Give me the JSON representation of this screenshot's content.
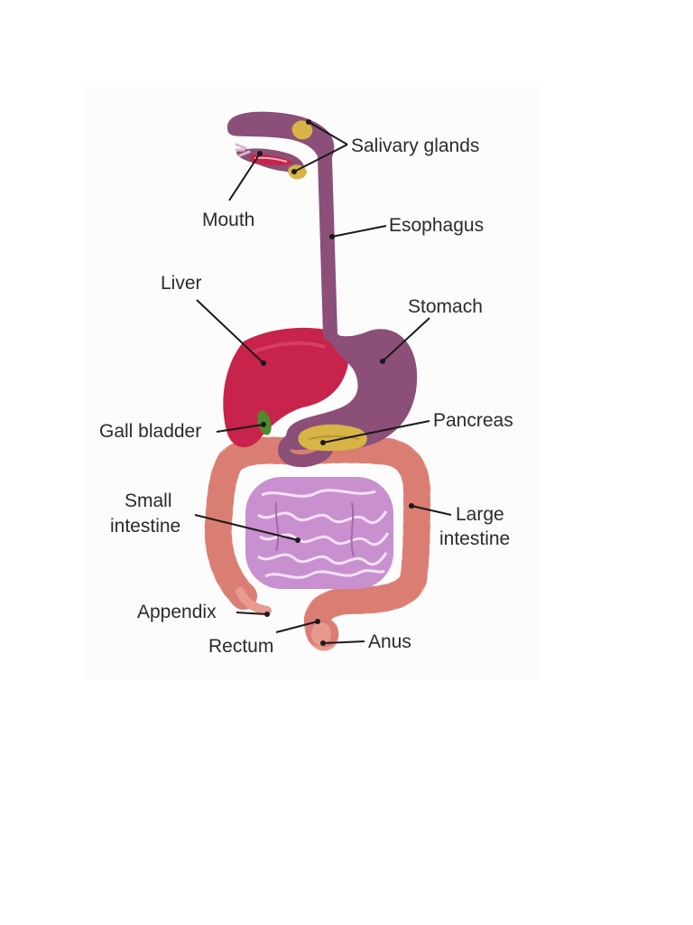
{
  "colors": {
    "tract": "#8b4f78",
    "liver": "#c8234a",
    "liver_light": "#dd4a68",
    "gland": "#d7b445",
    "gall_bladder": "#4f8a2e",
    "large_intestine": "#e79a8f",
    "large_intestine_dark": "#d7776d",
    "small_intestine": "#c990cf",
    "small_intestine_dark": "#a865b1",
    "leader_line": "#1a1a1a",
    "label_text": "#2b2b2b"
  },
  "labels": {
    "salivary_glands": "Salivary glands",
    "mouth": "Mouth",
    "esophagus": "Esophagus",
    "liver": "Liver",
    "stomach": "Stomach",
    "gall_bladder": "Gall bladder",
    "pancreas": "Pancreas",
    "small_intestine_line1": "Small",
    "small_intestine_line2": "intestine",
    "large_intestine_line1": "Large",
    "large_intestine_line2": "intestine",
    "appendix": "Appendix",
    "rectum": "Rectum",
    "anus": "Anus"
  }
}
